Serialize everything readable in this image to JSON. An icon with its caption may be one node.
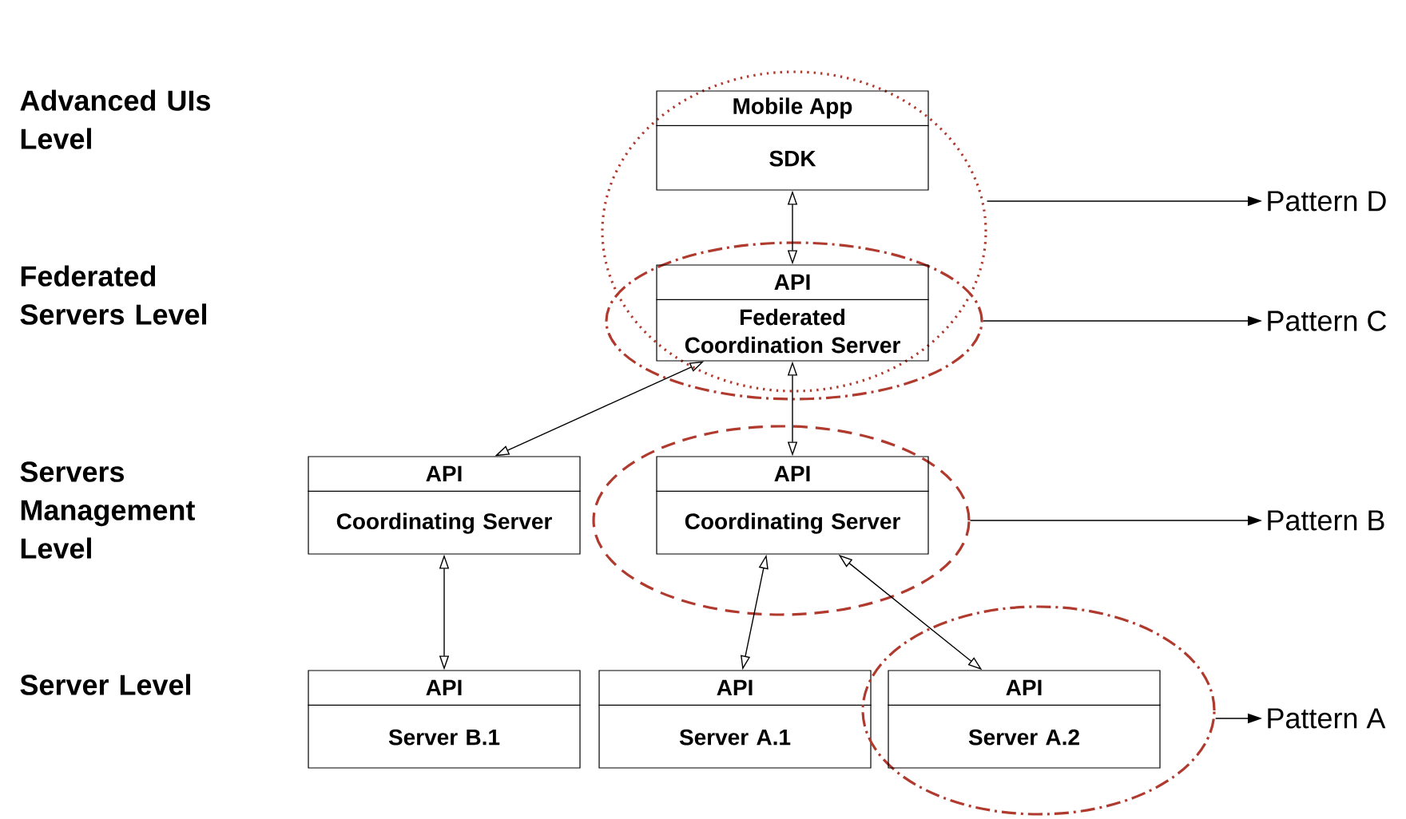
{
  "diagram": {
    "nodes": [
      {
        "text": [],
        "shape": "ellipse"
      },
      {
        "text": [
          "Mobile App",
          "SDK"
        ],
        "in": 0
      },
      {
        "text": [
          "Pattern D"
        ]
      },
      {
        "text": [],
        "shape": "ellipse",
        "in": 0
      },
      {
        "text": [
          "API",
          "Federated Coordination Server"
        ],
        "in": 3
      },
      {
        "text": [
          "Pattern C"
        ]
      },
      {
        "text": [
          "API",
          "Coordinating Server"
        ]
      },
      {
        "text": [],
        "shape": "ellipse"
      },
      {
        "text": [
          "API",
          "Coordinating Server"
        ],
        "in": 7
      },
      {
        "text": [
          "Pattern B"
        ]
      },
      {
        "text": [
          "API",
          "Server B.1"
        ]
      },
      {
        "text": [
          "API",
          "Server A.1"
        ]
      },
      {
        "text": [],
        "shape": "ellipse"
      },
      {
        "text": [
          "API",
          "Server A.2"
        ],
        "in": 12
      },
      {
        "text": [
          "Pattern A"
        ]
      }
    ],
    "edges": [
      {
        "from": 1,
        "to": 4,
        "arrow": "both"
      },
      {
        "from": 4,
        "to": 6,
        "arrow": "both"
      },
      {
        "from": 4,
        "to": 8,
        "arrow": "both"
      },
      {
        "from": 6,
        "to": 10,
        "arrow": "both"
      },
      {
        "from": 8,
        "to": 11,
        "arrow": "both"
      },
      {
        "from": 8,
        "to": 13,
        "arrow": "both"
      },
      {
        "from": 0,
        "to": 2,
        "arrow": "to"
      },
      {
        "from": 3,
        "to": 5,
        "arrow": "to"
      },
      {
        "from": 7,
        "to": 9,
        "arrow": "to"
      },
      {
        "from": 12,
        "to": 14,
        "arrow": "to"
      }
    ],
    "labels": [
      "Advanced UIs Level",
      "Federated Servers Level",
      "Servers Management Level",
      "Server Level"
    ]
  }
}
